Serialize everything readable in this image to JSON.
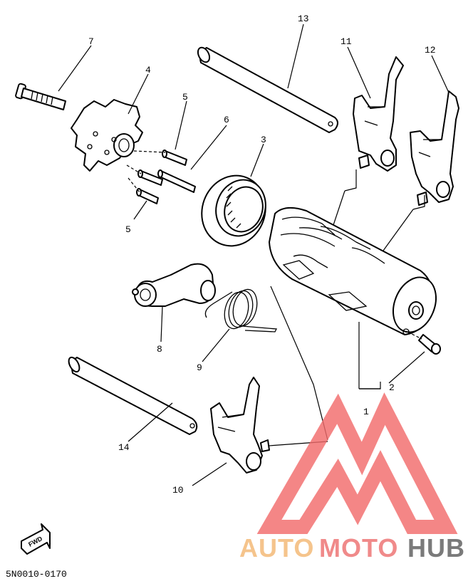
{
  "diagram": {
    "callouts": [
      {
        "id": "1",
        "label": "1"
      },
      {
        "id": "2",
        "label": "2"
      },
      {
        "id": "3",
        "label": "3"
      },
      {
        "id": "4",
        "label": "4"
      },
      {
        "id": "5a",
        "label": "5"
      },
      {
        "id": "5b",
        "label": "5"
      },
      {
        "id": "6",
        "label": "6"
      },
      {
        "id": "7",
        "label": "7"
      },
      {
        "id": "8",
        "label": "8"
      },
      {
        "id": "9",
        "label": "9"
      },
      {
        "id": "10",
        "label": "10"
      },
      {
        "id": "11",
        "label": "11"
      },
      {
        "id": "12",
        "label": "12"
      },
      {
        "id": "13",
        "label": "13"
      },
      {
        "id": "14",
        "label": "14"
      }
    ],
    "fwd_label": "FWD",
    "drawing_code": "5N0010-0170"
  },
  "watermark": {
    "text_part1": "AUTO",
    "text_part2": "MOTO",
    "text_part3": "HUB",
    "colors": {
      "auto": "#f5c48c",
      "moto": "#f08a8a",
      "hub": "#7a7a7a",
      "logo": "#f26b6b"
    }
  }
}
